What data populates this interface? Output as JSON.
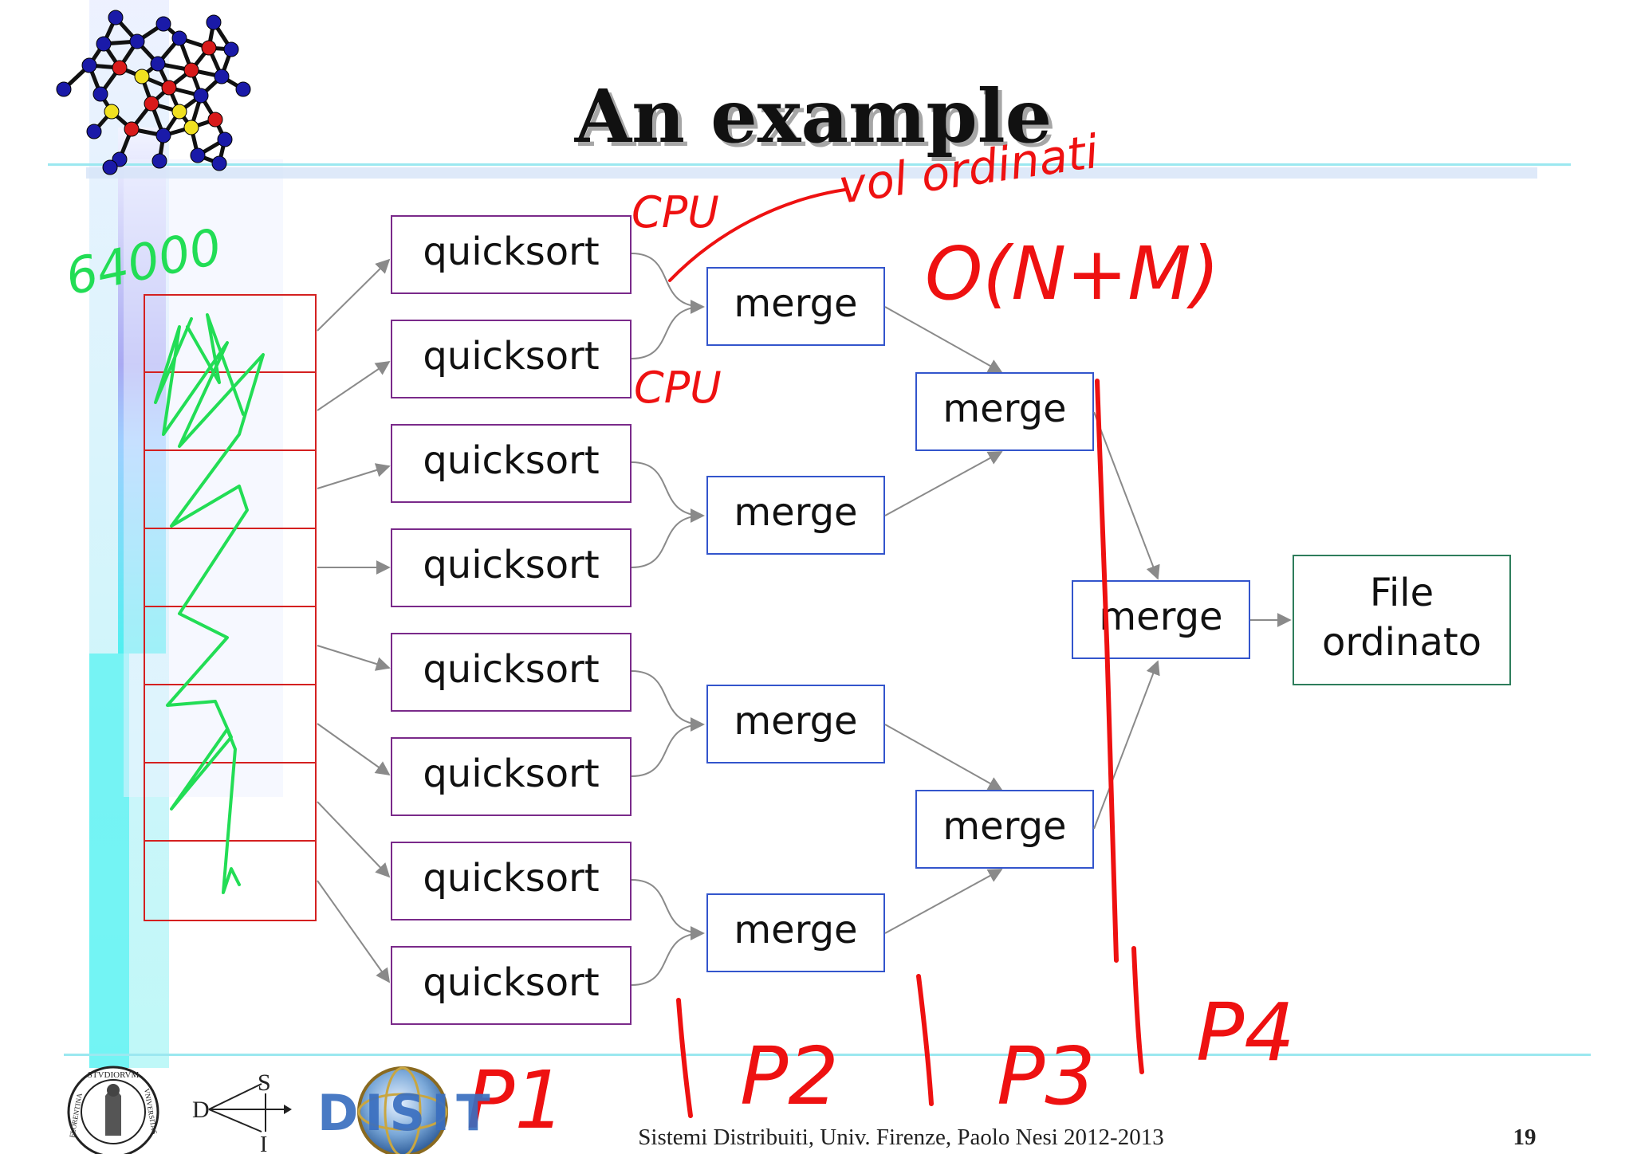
{
  "slide": {
    "title": "An example",
    "footer": "Sistemi Distribuiti, Univ. Firenze, Paolo Nesi 2012-2013",
    "page_number": "19"
  },
  "diagram": {
    "quicksort_label": "quicksort",
    "merge_label": "merge",
    "output_label_line1": "File",
    "output_label_line2": "ordinato"
  },
  "logos": {
    "seal_text_top": "STVDIORVM",
    "seal_text_left": "FLORENTINA",
    "seal_text_right": "VNIVERSITAS",
    "dsi_d": "D",
    "dsi_s": "S",
    "dsi_i": "I",
    "disit_text": "DISIT"
  },
  "annotations": {
    "size": "64000",
    "cpu_top": "CPU",
    "cpu_bottom": "CPU",
    "vol_ordinati": "vol ordinati",
    "complexity": "O(N+M)",
    "p1": "P1",
    "p2": "P2",
    "p3": "P3",
    "p4": "P4"
  },
  "colors": {
    "quicksort_border": "#7a2a8a",
    "merge_border": "#3355cc",
    "output_border": "#2e7d5b",
    "array_border": "#d42020",
    "arrow": "#8a8a8a",
    "ink_red": "#ee1111",
    "ink_green": "#22dd55",
    "accent_cyan": "#7de8ee"
  }
}
